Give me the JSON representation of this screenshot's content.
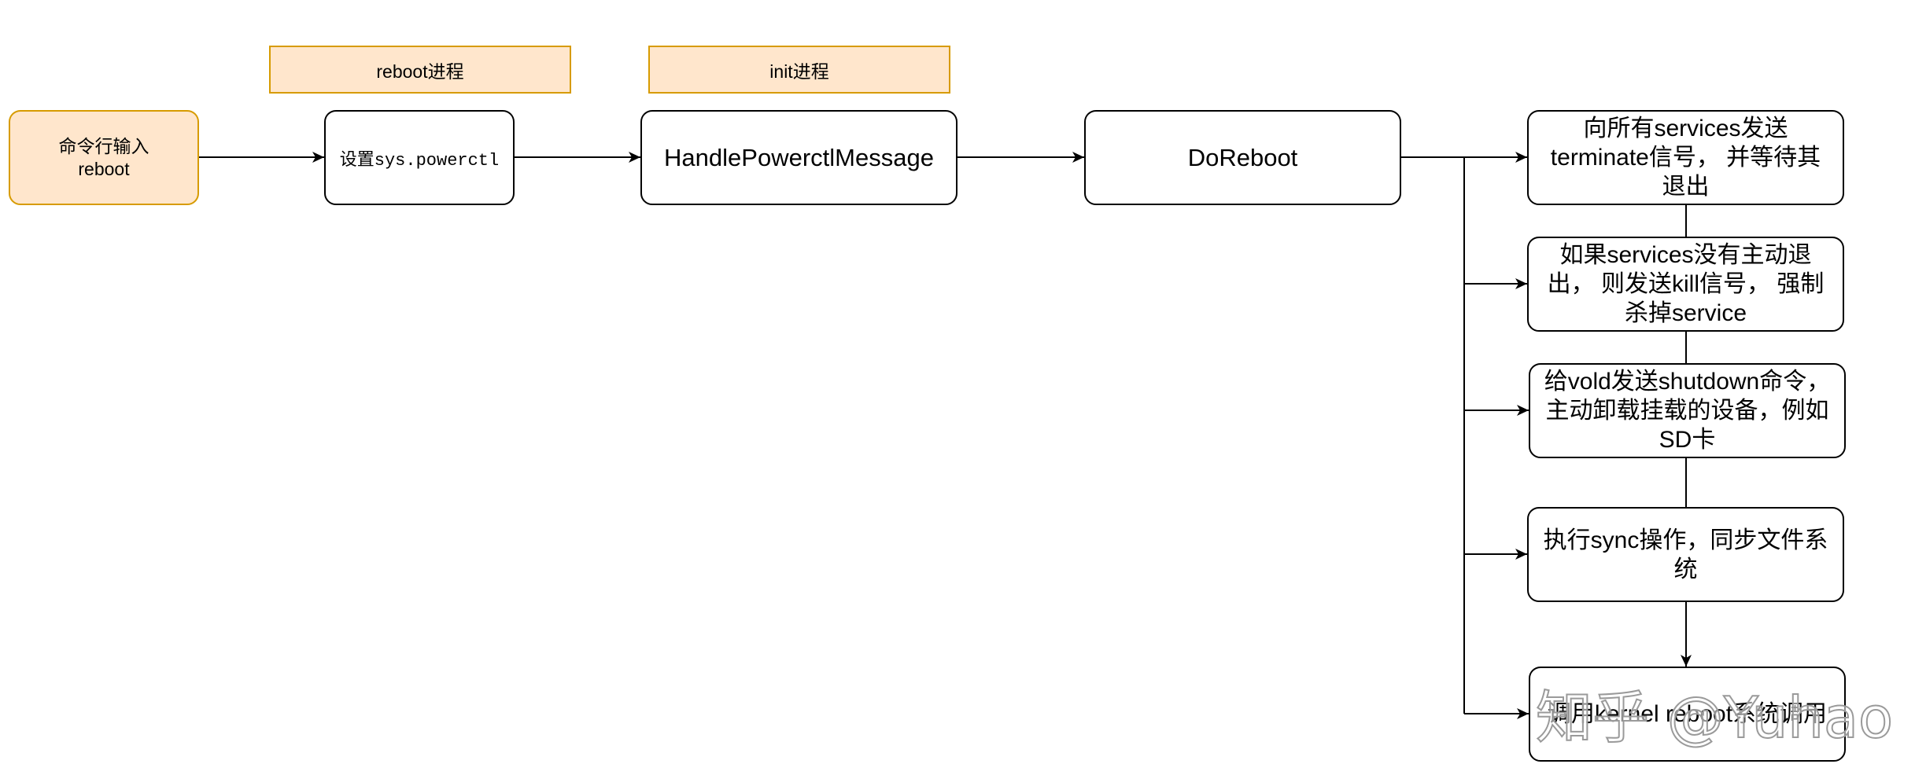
{
  "labels": {
    "reboot_process": "reboot进程",
    "init_process": "init进程"
  },
  "nodes": {
    "cmd_input": {
      "lines": [
        "命令行输入",
        "reboot"
      ]
    },
    "set_powerctl": {
      "prefix": "设置",
      "code": "sys.powerctl"
    },
    "handle_powerctl": "HandlePowerctlMessage",
    "do_reboot": "DoReboot"
  },
  "steps": [
    {
      "lines": [
        "向所有services发送",
        "terminate信号， 并等待其",
        "退出"
      ]
    },
    {
      "lines": [
        "如果services没有主动退",
        "出， 则发送kill信号， 强制",
        "杀掉service"
      ]
    },
    {
      "lines": [
        "给vold发送shutdown命令，",
        "主动卸载挂载的设备，例如",
        "SD卡"
      ]
    },
    {
      "lines": [
        "执行sync操作，同步文件系",
        "统"
      ]
    },
    {
      "lines": [
        "调用kernel reboot系统调用"
      ]
    }
  ],
  "watermark": "知乎 @Yuhao",
  "colors": {
    "process_fill": "#ffe6cc",
    "process_stroke": "#d79b00",
    "node_stroke": "#000000"
  }
}
